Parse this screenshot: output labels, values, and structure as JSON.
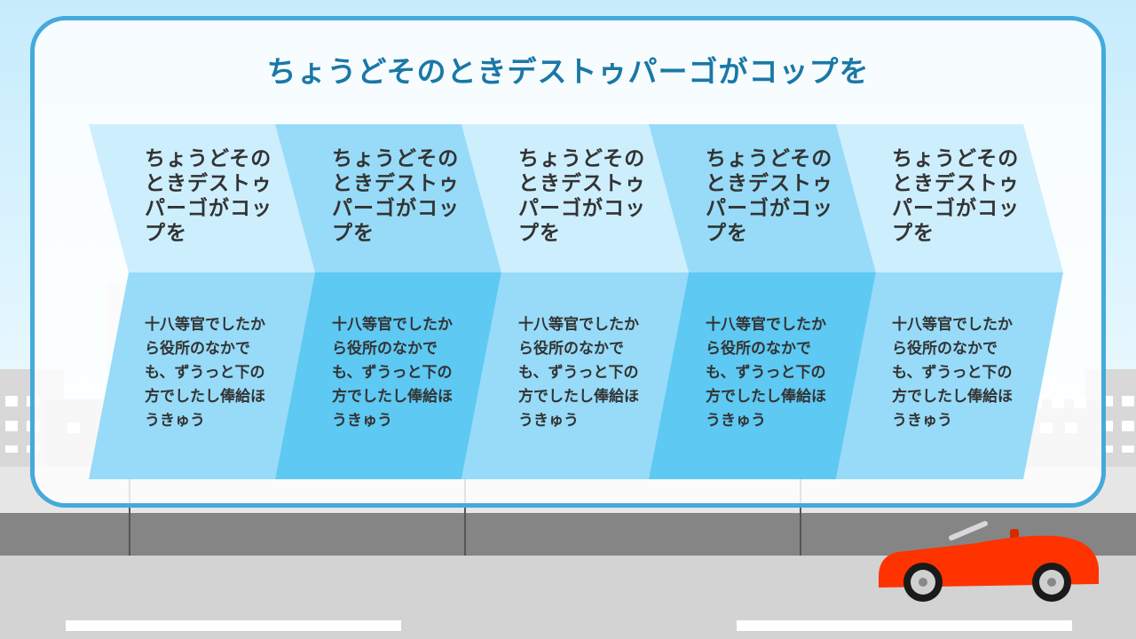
{
  "title": "ちょうどそのときデストゥパーゴがコップを",
  "columns": [
    {
      "heading": "ちょうどそのときデストゥパーゴがコップを",
      "body": "十八等官でしたから役所のなかでも、ずうっと下の方でしたし俸給ほうきゅう"
    },
    {
      "heading": "ちょうどそのときデストゥパーゴがコップを",
      "body": "十八等官でしたから役所のなかでも、ずうっと下の方でしたし俸給ほうきゅう"
    },
    {
      "heading": "ちょうどそのときデストゥパーゴがコップを",
      "body": "十八等官でしたから役所のなかでも、ずうっと下の方でしたし俸給ほうきゅう"
    },
    {
      "heading": "ちょうどそのときデストゥパーゴがコップを",
      "body": "十八等官でしたから役所のなかでも、ずうっと下の方でしたし俸給ほうきゅう"
    },
    {
      "heading": "ちょうどそのときデストゥパーゴがコップを",
      "body": "十八等官でしたから役所のなかでも、ずうっと下の方でしたし俸給ほうきゅう"
    }
  ],
  "colors": {
    "sky": "#cfeefc",
    "frame": "#45a9dc",
    "title": "#1b78a7",
    "car": "#ff3300"
  },
  "icons": [
    "building-icon",
    "car-icon",
    "wheel-icon"
  ]
}
